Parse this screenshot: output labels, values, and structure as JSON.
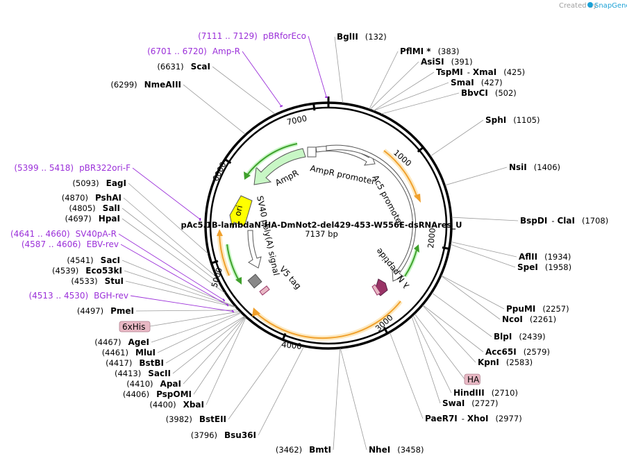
{
  "watermark": {
    "prefix": "Created by",
    "brand": "SnapGene",
    "color": "#1ba1d6"
  },
  "plasmid": {
    "name": "pAc5.1B-lambdaN-HA-DmNot2-del429-453-W556E-dsRNAres_U",
    "size_label": "7137 bp",
    "length": 7137
  },
  "ticks": [
    {
      "bp": 1000,
      "label": "1000"
    },
    {
      "bp": 2000,
      "label": "2000"
    },
    {
      "bp": 3000,
      "label": "3000"
    },
    {
      "bp": 4000,
      "label": "4000"
    },
    {
      "bp": 5000,
      "label": "5000"
    },
    {
      "bp": 6000,
      "label": "6000"
    },
    {
      "bp": 7000,
      "label": "7000"
    }
  ],
  "enzymes": [
    {
      "name": "BglII",
      "pos": "(132)",
      "bp": 132
    },
    {
      "name": "PflMI *",
      "pos": "(383)",
      "bp": 383
    },
    {
      "name": "AsiSI",
      "pos": "(391)",
      "bp": 391
    },
    {
      "name": "TspMI",
      "sep": "-",
      "name2": "XmaI",
      "pos": "(425)",
      "bp": 425
    },
    {
      "name": "SmaI",
      "pos": "(427)",
      "bp": 427
    },
    {
      "name": "BbvCI",
      "pos": "(502)",
      "bp": 502
    },
    {
      "name": "SphI",
      "pos": "(1105)",
      "bp": 1105
    },
    {
      "name": "NsiI",
      "pos": "(1406)",
      "bp": 1406
    },
    {
      "name": "BspDI",
      "sep": "-",
      "name2": "ClaI",
      "pos": "(1708)",
      "bp": 1708
    },
    {
      "name": "AflII",
      "pos": "(1934)",
      "bp": 1934
    },
    {
      "name": "SpeI",
      "pos": "(1958)",
      "bp": 1958
    },
    {
      "name": "PpuMI",
      "pos": "(2257)",
      "bp": 2257
    },
    {
      "name": "NcoI",
      "pos": "(2261)",
      "bp": 2261
    },
    {
      "name": "BlpI",
      "pos": "(2439)",
      "bp": 2439
    },
    {
      "name": "Acc65I",
      "pos": "(2579)",
      "bp": 2579
    },
    {
      "name": "KpnI",
      "pos": "(2583)",
      "bp": 2583
    },
    {
      "name": "HindIII",
      "pos": "(2710)",
      "bp": 2710
    },
    {
      "name": "SwaI",
      "pos": "(2727)",
      "bp": 2727
    },
    {
      "name": "PaeR7I",
      "sep": "-",
      "name2": "XhoI",
      "pos": "(2977)",
      "bp": 2977
    },
    {
      "name": "NheI",
      "pos": "(3458)",
      "bp": 3458
    },
    {
      "name": "BmtI",
      "pos": "(3462)",
      "bp": 3462
    },
    {
      "name": "Bsu36I",
      "pos": "(3796)",
      "bp": 3796
    },
    {
      "name": "BstEII",
      "pos": "(3982)",
      "bp": 3982
    },
    {
      "name": "XbaI",
      "pos": "(4400)",
      "bp": 4400
    },
    {
      "name": "PspOMI",
      "pos": "(4406)",
      "bp": 4406
    },
    {
      "name": "ApaI",
      "pos": "(4410)",
      "bp": 4410
    },
    {
      "name": "SacII",
      "pos": "(4413)",
      "bp": 4413
    },
    {
      "name": "BstBI",
      "pos": "(4417)",
      "bp": 4417
    },
    {
      "name": "MluI",
      "pos": "(4461)",
      "bp": 4461
    },
    {
      "name": "AgeI",
      "pos": "(4467)",
      "bp": 4467
    },
    {
      "name": "PmeI",
      "pos": "(4497)",
      "bp": 4497
    },
    {
      "name": "StuI",
      "pos": "(4533)",
      "bp": 4533
    },
    {
      "name": "Eco53kI",
      "pos": "(4539)",
      "bp": 4539
    },
    {
      "name": "SacI",
      "pos": "(4541)",
      "bp": 4541
    },
    {
      "name": "HpaI",
      "pos": "(4697)",
      "bp": 4697
    },
    {
      "name": "SalI",
      "pos": "(4805)",
      "bp": 4805
    },
    {
      "name": "PshAI",
      "pos": "(4870)",
      "bp": 4870
    },
    {
      "name": "EagI",
      "pos": "(5093)",
      "bp": 5093
    },
    {
      "name": "NmeAIII",
      "pos": "(6299)",
      "bp": 6299
    },
    {
      "name": "ScaI",
      "pos": "(6631)",
      "bp": 6631
    }
  ],
  "primers": [
    {
      "name": "pBRforEco",
      "range": "(7111 .. 7129)",
      "bp": 7120
    },
    {
      "name": "Amp-R",
      "range": "(6701 .. 6720)",
      "bp": 6710
    },
    {
      "name": "pBR322ori-F",
      "range": "(5399 .. 5418)",
      "bp": 5408
    },
    {
      "name": "SV40pA-R",
      "range": "(4641 .. 4660)",
      "bp": 4650
    },
    {
      "name": "EBV-rev",
      "range": "(4587 .. 4606)",
      "bp": 4596
    },
    {
      "name": "BGH-rev",
      "range": "(4513 .. 4530)",
      "bp": 4521
    }
  ],
  "tags": [
    {
      "name": "6xHis",
      "bp": 4480
    },
    {
      "name": "HA",
      "bp": 2690
    }
  ],
  "features": [
    {
      "name": "AmpR",
      "color": "#c8f7c5"
    },
    {
      "name": "AmpR promoter",
      "color": "#ffffff"
    },
    {
      "name": "Ac5 promoter",
      "color": "#ffffff"
    },
    {
      "name": "ori",
      "color": "#ffff00"
    },
    {
      "name": "SV40 poly(A) signal",
      "color": "#ffffff"
    },
    {
      "name": "V5 tag",
      "color": "#888888"
    },
    {
      "name": "λ N peptide",
      "color": "#993366"
    }
  ],
  "colors": {
    "primer": "#9b30d9",
    "orf": "#f0a02c",
    "orf_fill": "#fde9c0",
    "green_arrow": "#3fa02c",
    "tag_fill": "#e8b8c4"
  }
}
